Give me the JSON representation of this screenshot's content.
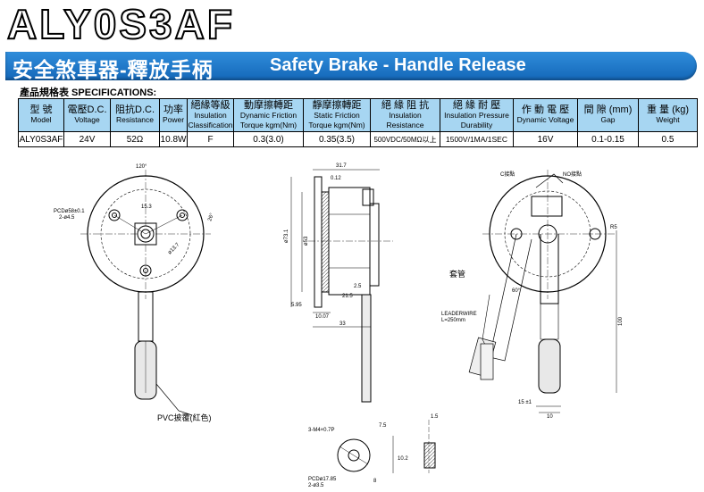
{
  "product": {
    "model": "ALY0S3AF",
    "title_zh": "安全煞車器-釋放手柄",
    "title_en": "Safety Brake - Handle Release",
    "brand_color": "#1f7ad0"
  },
  "specifications": {
    "title": "產品規格表 SPECIFICATIONS:",
    "headers": [
      {
        "zh": "型 號",
        "en": "Model"
      },
      {
        "zh": "電壓D.C.",
        "en": "Voltage"
      },
      {
        "zh": "阻抗D.C.",
        "en": "Resistance"
      },
      {
        "zh": "功率",
        "en": "Power"
      },
      {
        "zh": "絕緣等級",
        "en": "Insulation Classification"
      },
      {
        "zh": "動摩擦轉距",
        "en": "Dynamic Friction Torque kgm(Nm)"
      },
      {
        "zh": "靜摩擦轉距",
        "en": "Static Friction Torque kgm(Nm)"
      },
      {
        "zh": "絕 緣 阻 抗",
        "en": "Insulation Resistance"
      },
      {
        "zh": "絕 緣 耐 壓",
        "en": "Insulation Pressure Durability"
      },
      {
        "zh": "作 動 電 壓",
        "en": "Dynamic Voltage"
      },
      {
        "zh": "間 隙 (mm)",
        "en": "Gap"
      },
      {
        "zh": "重 量 (kg)",
        "en": "Weight"
      }
    ],
    "row": [
      "ALY0S3AF",
      "24V",
      "52Ω",
      "10.8W",
      "F",
      "0.3(3.0)",
      "0.35(3.5)",
      "500VDC/50MΩ以上",
      "1500V/1MA/1SEC",
      "16V",
      "0.1-0.15",
      "0.5"
    ]
  },
  "drawing_front": {
    "angle": "120°",
    "dim_top": "15.3",
    "pcd": "PCDø58±0.1",
    "holes": "2-ø4.5",
    "dim_right": "26°",
    "dim_hub": "ø13.7",
    "pvc_label": "PVC披覆(紅色)"
  },
  "drawing_side": {
    "w_total": "31.7",
    "gap": "0.12",
    "d_outer": "ø73.1",
    "d_inner": "ø53",
    "dim_25": "2.5",
    "dim_215": "21.5",
    "dim_595": "5.95",
    "dim_1007": "10.07",
    "dim_33": "33",
    "thread": "3-M4×0.7P",
    "pcd2": "PCDø17.85",
    "pcd2_holes": "2-ø3.5",
    "dim_bot1": "7.5",
    "dim_bot2": "10.2",
    "dim_bot3": "8",
    "dim_bot4": "1.5"
  },
  "drawing_release": {
    "c_contact": "C接點",
    "no_contact": "NO接點",
    "sleeve": "套管",
    "angle": "60°",
    "lead_title": "LEADERWIRE",
    "lead_len": "L=250mm",
    "r5": "R5",
    "dim_100": "100",
    "dim_15": "15 ±1",
    "dim_10": "10"
  }
}
